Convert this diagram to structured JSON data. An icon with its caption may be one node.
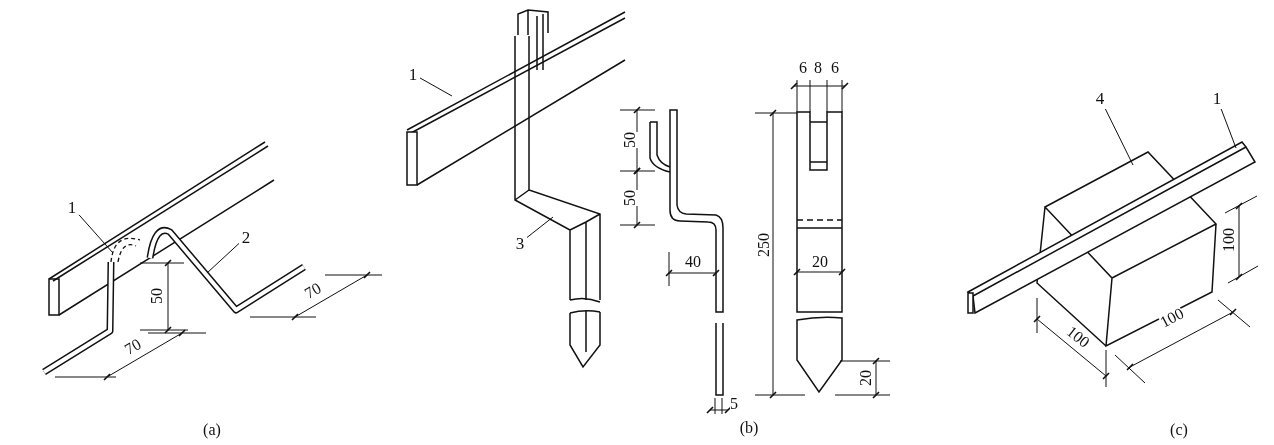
{
  "diagram": {
    "nodes": [
      {
        "text": [
          "1"
        ]
      },
      {
        "text": [
          "2"
        ]
      },
      {
        "text": [
          "1"
        ]
      },
      {
        "text": [
          "3"
        ]
      },
      {
        "text": [
          "4"
        ]
      },
      {
        "text": [
          "1"
        ]
      }
    ],
    "edges": [
      {
        "from": 0,
        "to": null,
        "arrow": "none"
      },
      {
        "from": 1,
        "to": null,
        "arrow": "none"
      },
      {
        "from": 2,
        "to": null,
        "arrow": "none"
      },
      {
        "from": 3,
        "to": null,
        "arrow": "none"
      },
      {
        "from": 4,
        "to": null,
        "arrow": "none"
      },
      {
        "from": 5,
        "to": null,
        "arrow": "none"
      }
    ],
    "labels": [
      "50",
      "70",
      "70",
      "(a)",
      "50",
      "50",
      "40",
      "5",
      "6",
      "8",
      "6",
      "250",
      "20",
      "20",
      "(b)",
      "100",
      "100",
      "100",
      "(c)"
    ]
  }
}
